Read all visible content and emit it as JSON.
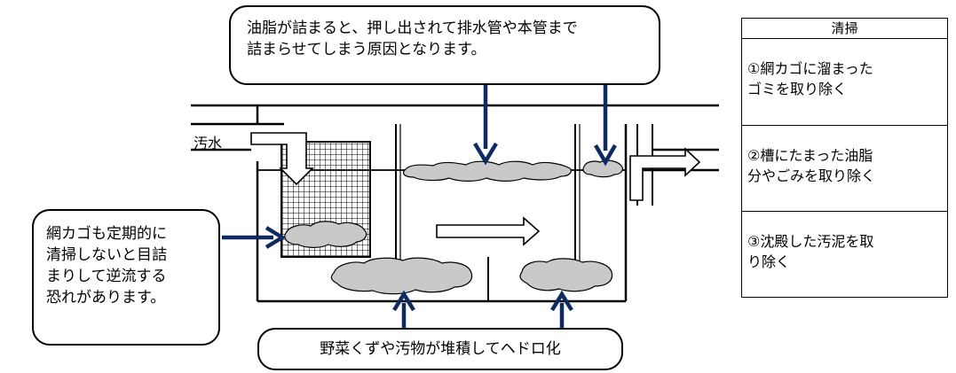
{
  "callouts": {
    "top": {
      "lines": [
        "油脂が詰まると、押し出されて排水管や本管まで",
        "詰まらせてしまう原因となります。"
      ]
    },
    "left": {
      "lines": [
        "網カゴも定期的に",
        "清掃しないと目詰",
        "まりして逆流する",
        "恐れがあります。"
      ]
    },
    "bottom": {
      "text": "野菜くずや汚物が堆積してヘドロ化"
    }
  },
  "inlet_label": "汚水",
  "cleaning": {
    "header": "清掃",
    "rows": [
      {
        "lines": [
          "①網カゴに溜まった",
          "ゴミを取り除く"
        ]
      },
      {
        "lines": [
          "②槽にたまった油脂",
          "分やごみを取り除く"
        ]
      },
      {
        "lines": [
          "③沈殿した汚泥を取",
          "り除く"
        ]
      }
    ]
  },
  "colors": {
    "arrow": "#0d2a63",
    "sludge": "#c9c9c9",
    "line": "#000000"
  }
}
